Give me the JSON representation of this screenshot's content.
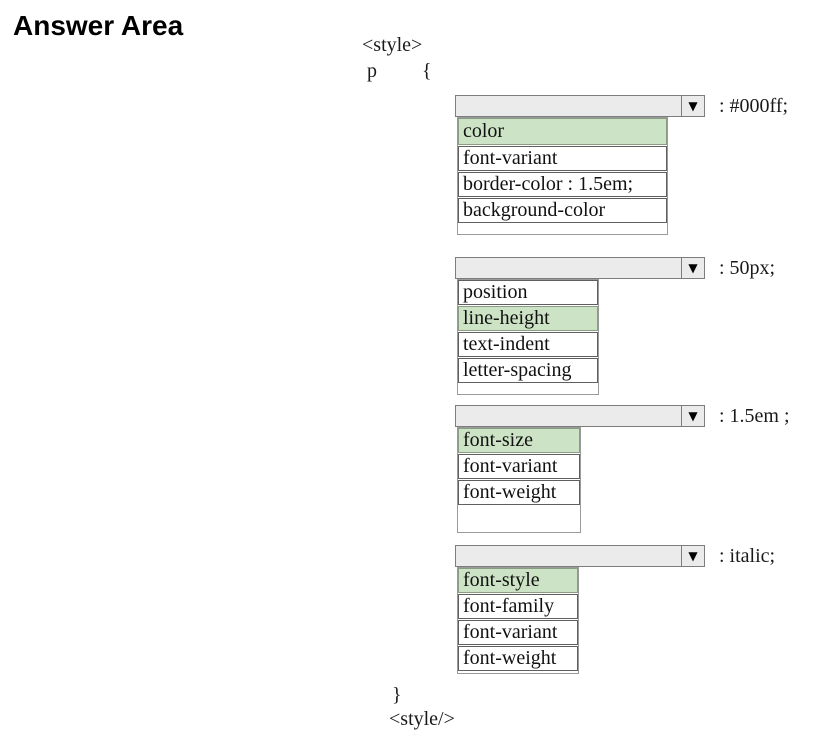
{
  "title": "Answer Area",
  "code": {
    "style_open": "<style>",
    "selector": "p",
    "brace_open": "{",
    "brace_close": "}",
    "style_close": "<style/>"
  },
  "icons": {
    "dropdown_arrow": "▼"
  },
  "colors": {
    "selected_green": "#cde3c6",
    "combobox_gray": "#ebebeb",
    "border_gray": "#7d7d7d"
  },
  "dropdowns": [
    {
      "value_suffix": ": #000ff;",
      "options": [
        {
          "label": "color",
          "selected": true
        },
        {
          "label": "font-variant",
          "selected": false
        },
        {
          "label": "border-color : 1.5em;",
          "selected": false
        },
        {
          "label": "background-color",
          "selected": false
        }
      ]
    },
    {
      "value_suffix": ": 50px;",
      "options": [
        {
          "label": "position",
          "selected": false
        },
        {
          "label": "line-height",
          "selected": true
        },
        {
          "label": "text-indent",
          "selected": false
        },
        {
          "label": "letter-spacing",
          "selected": false
        }
      ]
    },
    {
      "value_suffix": ": 1.5em ;",
      "options": [
        {
          "label": "font-size",
          "selected": true
        },
        {
          "label": "font-variant",
          "selected": false
        },
        {
          "label": "font-weight",
          "selected": false
        }
      ]
    },
    {
      "value_suffix": ": italic;",
      "options": [
        {
          "label": "font-style",
          "selected": true
        },
        {
          "label": "font-family",
          "selected": false
        },
        {
          "label": "font-variant",
          "selected": false
        },
        {
          "label": "font-weight",
          "selected": false
        }
      ]
    }
  ]
}
